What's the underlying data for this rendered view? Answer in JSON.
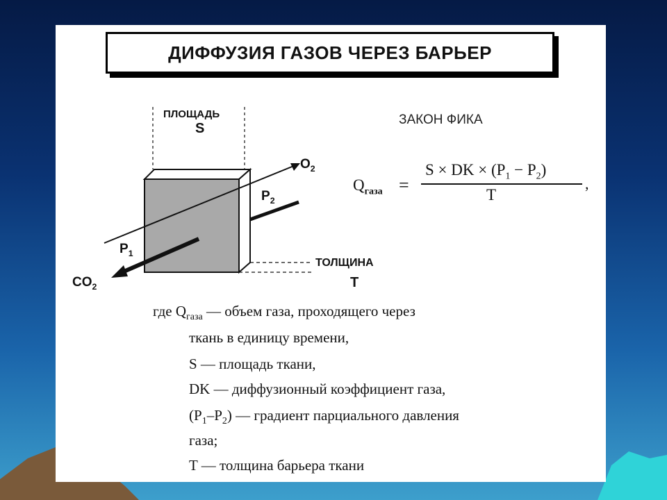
{
  "slide": {
    "title": "ДИФФУЗИЯ ГАЗОВ ЧЕРЕЗ БАРЬЕР"
  },
  "diagram": {
    "area_label": "ПЛОЩАДЬ",
    "area_symbol": "S",
    "thickness_label": "ТОЛЩИНА",
    "thickness_symbol": "T",
    "o2": "O",
    "o2_sub": "2",
    "co2": "CO",
    "co2_sub": "2",
    "p1": "P",
    "p1_sub": "1",
    "p2": "P",
    "p2_sub": "2"
  },
  "law": {
    "title": "ЗАКОН ФИКА",
    "lhs": "Q",
    "lhs_sub": "газа",
    "eq": "=",
    "num_a": "S × DK × (P",
    "num_sub1": "1",
    "num_b": " − P",
    "num_sub2": "2",
    "num_c": ")",
    "den": "T",
    "comma": ","
  },
  "definitions": {
    "line1_a": "где Q",
    "line1_sub": "газа",
    "line1_b": " — объем газа, проходящего через",
    "line2": "ткань в единицу времени,",
    "line3": "S — площадь ткани,",
    "line4": "DK — диффузионный коэффициент газа,",
    "line5_a": "(P",
    "line5_sub1": "1",
    "line5_b": "–P",
    "line5_sub2": "2",
    "line5_c": ") — градиент парциального давления",
    "line6": "газа;",
    "line7": "T — толщина барьера ткани"
  },
  "colors": {
    "background_top": "#051a45",
    "background_bottom": "#3d9fcc",
    "barrier_fill": "#a9a9a9"
  }
}
